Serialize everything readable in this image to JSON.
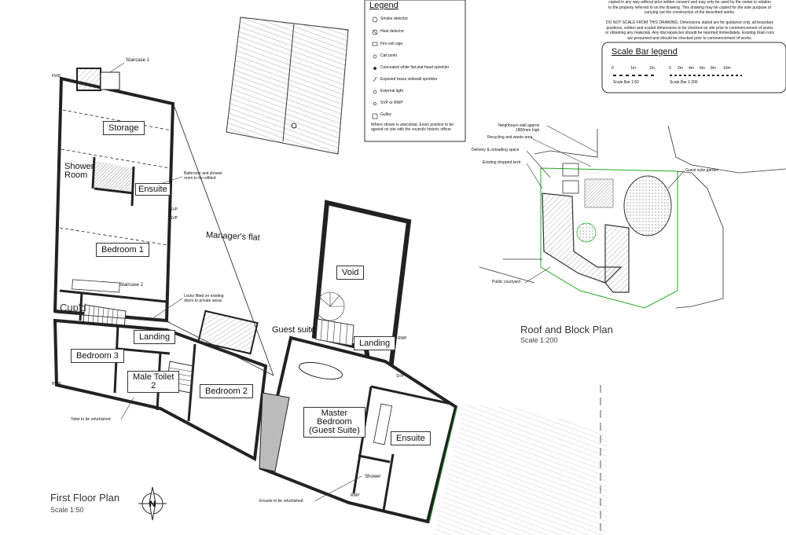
{
  "rooms": {
    "staircase1": "Staircase 1",
    "storage": "Storage",
    "shower_room": "Shower\nRoom",
    "ensuite_left": "Ensuite",
    "bedroom1": "Bedroom 1",
    "staircase2": "Staircase 2",
    "cupd": "Cup'd",
    "landing_left": "Landing",
    "bedroom3": "Bedroom 3",
    "male_toilet": "Male Toilet\n2",
    "bedroom2": "Bedroom 2",
    "void": "Void",
    "landing_right": "Landing",
    "master_bedroom": "Master\nBedroom\n(Guest Suite)",
    "ensuite_right": "Ensuite",
    "shower": "Shower",
    "managers_flat": "Manager's flat",
    "guest_suite": "Guest suite"
  },
  "annotations": {
    "bathroom_note": "Bathroom and shower\nroom to be refitted",
    "locks_note": "Locks fitted on existing\ndoors to private areas",
    "toilet_note": "Toilet to be refurbished",
    "ensuite_note": "Ensuite to be refurbished"
  },
  "legend": {
    "title": "Legend",
    "items": [
      "Smoke detector",
      "Heat detector",
      "Fire exit sign",
      "Call point",
      "Concealed white flat plat head sprinkler",
      "Exposed brass sidewall sprinkler",
      "External light",
      "SVP or RWP",
      "Gulley"
    ],
    "note": "Where shown is anecdotal. Exact position to be\nagreed on site with the councils historic officer."
  },
  "notes_top": "copied in any way without prior written consent and may only be used by the owner in relation\nto the property referred to on the drawing. This drawing may be copied for the sole purpose of\ncarrying out the construction of the described works.",
  "notes_scale": "DO NOT SCALE FROM THIS DRAWING. Dimensions stated are for guidance only, all boundary\npositions, written and scaled dimensions to be checked on site prior to commencement of works\nor obtaining any materials. Any discrepancies should be reported immediately. Existing drain runs\nare presumed and should be checked prior to commencement of works.",
  "scale_bar": {
    "title": "Scale Bar legend",
    "left_ticks": [
      "0",
      "1m",
      "2m"
    ],
    "left_label": "Scale Bar 1:50",
    "right_ticks": [
      "0",
      "2m",
      "4m",
      "6m",
      "8m",
      "10m"
    ],
    "right_label": "Scale Bar 1:200"
  },
  "block_plan_labels": {
    "neighbours_wall": "Neighbours wall approx\n1800mm high",
    "recycling": "Recycling and waste area",
    "delivery": "Delivery & unloading space",
    "dropped_kerb": "Existing dropped kerb",
    "guest_garden": "Guest suite garden",
    "public_courtyard": "Public courtyard"
  },
  "titles": {
    "first_floor": "First Floor Plan",
    "first_floor_scale": "Scale 1:50",
    "roof_block": "Roof and Block Plan",
    "roof_block_scale": "Scale 1:200",
    "north": "N"
  },
  "levels": {
    "fw1": "FWD",
    "fw2": "SVP",
    "fw3": "SVP",
    "fw4": "RWP",
    "fw5": "SVP",
    "fw6": "RWP",
    "fw7": "RWP"
  }
}
